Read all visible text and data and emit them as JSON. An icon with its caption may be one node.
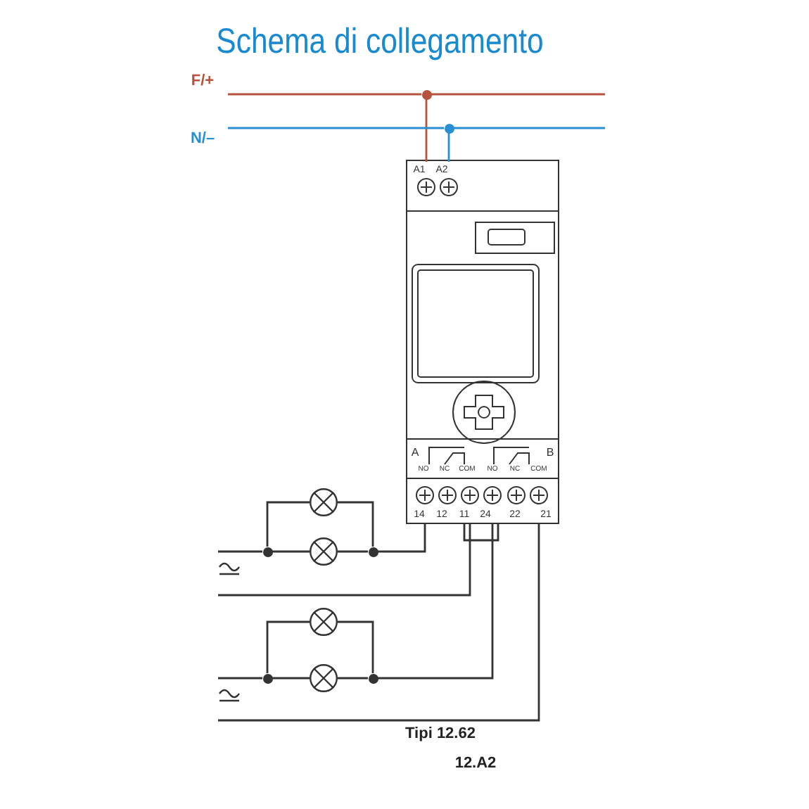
{
  "diagram": {
    "title": "Schema di collegamento",
    "nodes": [
      {
        "text": [],
        "shape": "dot"
      },
      {
        "text": [],
        "shape": "dot"
      },
      {
        "text": [
          "A1"
        ]
      },
      {
        "text": [
          "A2"
        ]
      },
      {
        "text": [
          "14"
        ]
      },
      {
        "text": [
          "12"
        ]
      },
      {
        "text": [
          "11"
        ]
      },
      {
        "text": [
          "24"
        ]
      },
      {
        "text": [
          "22"
        ]
      },
      {
        "text": [
          "21"
        ]
      },
      {
        "text": [],
        "shape": "lamp"
      },
      {
        "text": [],
        "shape": "lamp"
      },
      {
        "text": [],
        "shape": "dot"
      },
      {
        "text": [],
        "shape": "dot"
      },
      {
        "text": [],
        "shape": "lamp"
      },
      {
        "text": [],
        "shape": "lamp"
      },
      {
        "text": [],
        "shape": "dot"
      },
      {
        "text": [],
        "shape": "dot"
      }
    ],
    "edges": [
      {
        "from": null,
        "to": 0,
        "arrow": "none",
        "color": "#b5533f"
      },
      {
        "from": 0,
        "to": null,
        "arrow": "none",
        "color": "#b5533f"
      },
      {
        "from": 0,
        "to": 2,
        "arrow": "none",
        "color": "#b5533f"
      },
      {
        "from": null,
        "to": 1,
        "arrow": "none",
        "color": "#2a8fd0"
      },
      {
        "from": 1,
        "to": null,
        "arrow": "none",
        "color": "#2a8fd0"
      },
      {
        "from": 1,
        "to": 3,
        "arrow": "none",
        "color": "#2a8fd0"
      },
      {
        "from": null,
        "to": 12,
        "arrow": "none"
      },
      {
        "from": 12,
        "to": 10,
        "arrow": "none"
      },
      {
        "from": 12,
        "to": 11,
        "arrow": "none"
      },
      {
        "from": 10,
        "to": 13,
        "arrow": "none"
      },
      {
        "from": 11,
        "to": 13,
        "arrow": "none"
      },
      {
        "from": 13,
        "to": 4,
        "arrow": "none"
      },
      {
        "from": null,
        "to": 6,
        "arrow": "none"
      },
      {
        "from": 6,
        "to": 7,
        "arrow": "none"
      },
      {
        "from": null,
        "to": 16,
        "arrow": "none"
      },
      {
        "from": 16,
        "to": 14,
        "arrow": "none"
      },
      {
        "from": 16,
        "to": 15,
        "arrow": "none"
      },
      {
        "from": 14,
        "to": 17,
        "arrow": "none"
      },
      {
        "from": 15,
        "to": 17,
        "arrow": "none"
      },
      {
        "from": 17,
        "to": 7,
        "arrow": "none"
      },
      {
        "from": null,
        "to": 9,
        "arrow": "none"
      }
    ],
    "labels": [
      "F/+",
      "N/–",
      "A",
      "NO",
      "NC",
      "COM",
      "NO",
      "NC",
      "COM",
      "B",
      "Tipi 12.62",
      "12.A2"
    ]
  }
}
